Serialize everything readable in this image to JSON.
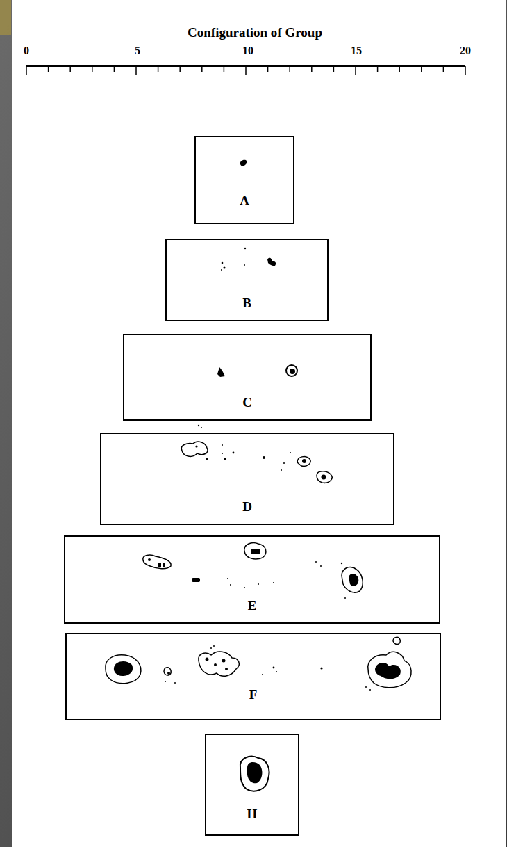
{
  "diagram": {
    "title": "Configuration of Group",
    "nodes": [
      {
        "text": [
          "A"
        ]
      },
      {
        "text": [
          "B"
        ]
      },
      {
        "text": [
          "C"
        ]
      },
      {
        "text": [
          "D"
        ]
      },
      {
        "text": [
          "E"
        ]
      },
      {
        "text": [
          "F"
        ]
      },
      {
        "text": [
          "H"
        ]
      }
    ],
    "labels": [
      "0",
      "5",
      "10",
      "15",
      "20"
    ]
  }
}
